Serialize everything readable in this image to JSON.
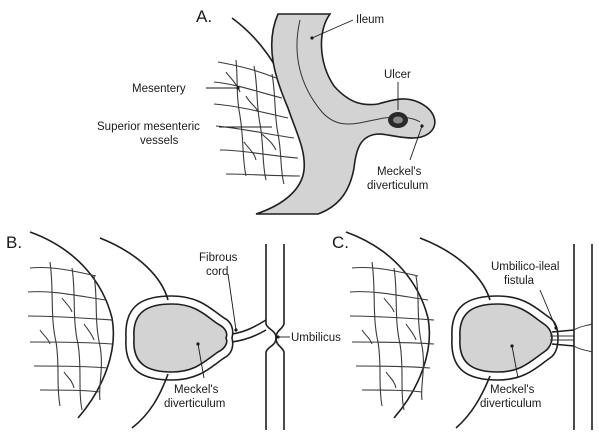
{
  "panels": [
    {
      "letter": "A.",
      "labels": {
        "ileum": "Ileum",
        "ulcer": "Ulcer",
        "mesentery": "Mesentery",
        "vessels_line1": "Superior mesenteric",
        "vessels_line2": "vessels",
        "meckel_line1": "Meckel's",
        "meckel_line2": "diverticulum"
      }
    },
    {
      "letter": "B.",
      "labels": {
        "cord_line1": "Fibrous",
        "cord_line2": "cord",
        "umbilicus": "Umbilicus",
        "meckel_line1": "Meckel's",
        "meckel_line2": "diverticulum"
      }
    },
    {
      "letter": "C.",
      "labels": {
        "fistula_line1": "Umbilico-ileal",
        "fistula_line2": "fistula",
        "meckel_line1": "Meckel's",
        "meckel_line2": "diverticulum"
      }
    }
  ],
  "colors": {
    "bowel_fill": "#d3d3d3",
    "outline": "#1f1f1f",
    "ulcer": "#1a1a1a"
  }
}
